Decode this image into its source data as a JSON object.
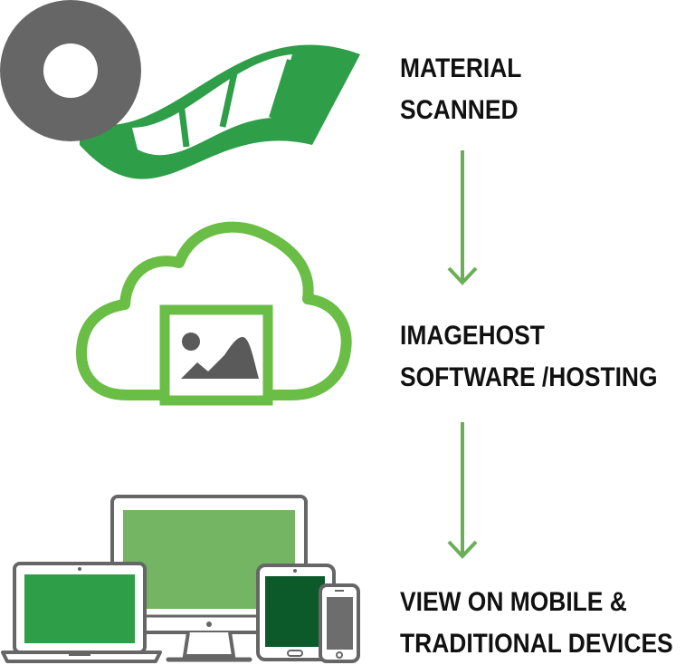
{
  "steps": [
    {
      "line1": "MATERIAL",
      "line2": "SCANNED",
      "icon": "film-reel-icon"
    },
    {
      "line1": "IMAGEHOST",
      "line2": "SOFTWARE /HOSTING",
      "icon": "cloud-image-icon"
    },
    {
      "line1": "VIEW ON MOBILE &",
      "line2": "TRADITIONAL DEVICES",
      "icon": "devices-icon"
    }
  ],
  "colors": {
    "film_green": "#2e9e48",
    "cloud_green": "#6abd45",
    "arrow_green": "#6aaf58",
    "reel_gray": "#666666",
    "monitor_screen": "#73b562",
    "laptop_screen": "#2e9e48",
    "tablet_screen": "#0c5a2a",
    "phone_screen": "#6d6d6d",
    "text": "#111111"
  }
}
